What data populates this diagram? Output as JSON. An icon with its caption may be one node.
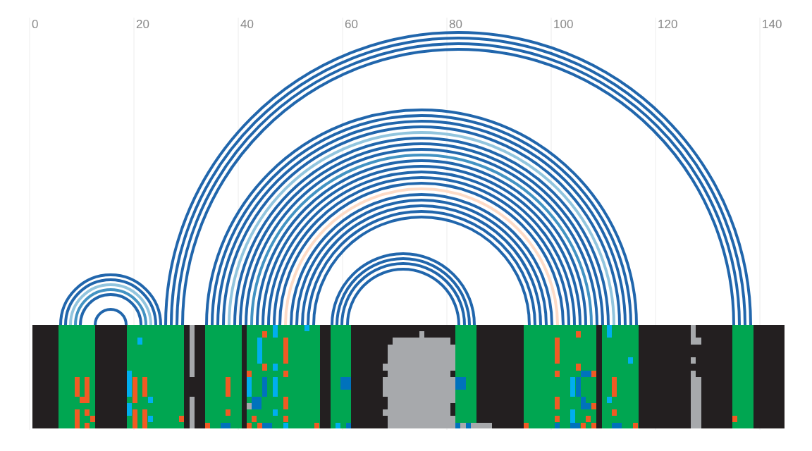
{
  "diagram": {
    "labels": [
      "0",
      "20",
      "40",
      "60",
      "80",
      "100",
      "120",
      "140"
    ]
  }
}
